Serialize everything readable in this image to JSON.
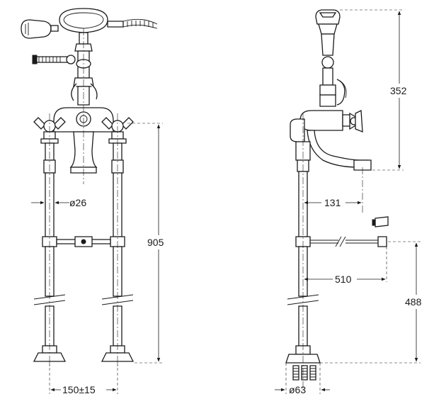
{
  "front_view": {
    "pipe_diameter": "ø26",
    "total_height": "905",
    "leg_spacing": "150±15"
  },
  "side_view": {
    "handset_height": "352",
    "spout_reach": "131",
    "hose_length": "510",
    "hose_height": "488",
    "base_diameter": "ø63"
  }
}
